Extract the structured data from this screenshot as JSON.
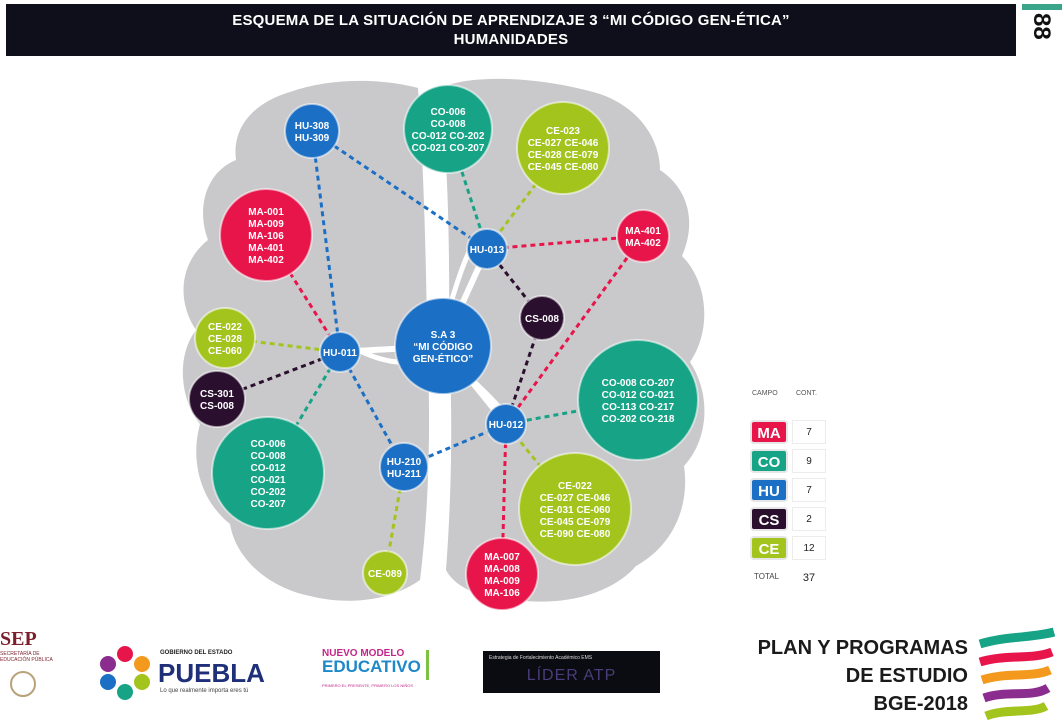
{
  "header": {
    "title_line1": "ESQUEMA DE LA SITUACIÓN DE APRENDIZAJE 3 “MI CÓDIGO GEN-ÉTICA”",
    "title_line2": "HUMANIDADES",
    "page_number": "88"
  },
  "colors": {
    "MA": "#e8154b",
    "CO": "#17a386",
    "HU": "#1b6fc4",
    "CS": "#2b0f2e",
    "CE": "#a2c41c",
    "brain": "#c9c9cb"
  },
  "nodes": [
    {
      "id": "center",
      "field": "HU",
      "lines": [
        "S.A 3",
        "“MI CÓDIGO",
        "GEN-ÉTICO”"
      ]
    },
    {
      "id": "hu308",
      "field": "HU",
      "lines": [
        "HU-308",
        "HU-309"
      ]
    },
    {
      "id": "co_top",
      "field": "CO",
      "lines": [
        "CO-006",
        "CO-008",
        "CO-012 CO-202",
        "CO-021 CO-207"
      ]
    },
    {
      "id": "ce_top",
      "field": "CE",
      "lines": [
        "CE-023",
        "CE-027  CE-046",
        "CE-028  CE-079",
        "CE-045  CE-080"
      ]
    },
    {
      "id": "ma_left",
      "field": "MA",
      "lines": [
        "MA-001",
        "MA-009",
        "MA-106",
        "MA-401",
        "MA-402"
      ]
    },
    {
      "id": "hu013",
      "field": "HU",
      "lines": [
        "HU-013"
      ]
    },
    {
      "id": "ma_right",
      "field": "MA",
      "lines": [
        "MA-401",
        "MA-402"
      ]
    },
    {
      "id": "ce_left",
      "field": "CE",
      "lines": [
        "CE-022",
        "CE-028",
        "CE-060"
      ]
    },
    {
      "id": "hu011",
      "field": "HU",
      "lines": [
        "HU-011"
      ]
    },
    {
      "id": "cs008",
      "field": "CS",
      "lines": [
        "CS-008"
      ]
    },
    {
      "id": "cs301",
      "field": "CS",
      "lines": [
        "CS-301",
        "CS-008"
      ]
    },
    {
      "id": "co_right",
      "field": "CO",
      "lines": [
        "CO-008 CO-207",
        "CO-012 CO-021",
        "CO-113 CO-217",
        "CO-202 CO-218"
      ]
    },
    {
      "id": "hu012",
      "field": "HU",
      "lines": [
        "HU-012"
      ]
    },
    {
      "id": "co_left",
      "field": "CO",
      "lines": [
        "CO-006",
        "CO-008",
        "CO-012",
        "CO-021",
        "CO-202",
        "CO-207"
      ]
    },
    {
      "id": "hu210",
      "field": "HU",
      "lines": [
        "HU-210",
        "HU-211"
      ]
    },
    {
      "id": "ce_bottom_right",
      "field": "CE",
      "lines": [
        "CE-022",
        "CE-027  CE-046",
        "CE-031  CE-060",
        "CE-045  CE-079",
        "CE-090  CE-080"
      ]
    },
    {
      "id": "ma_bottom",
      "field": "MA",
      "lines": [
        "MA-007",
        "MA-008",
        "MA-009",
        "MA-106"
      ]
    },
    {
      "id": "ce089",
      "field": "CE",
      "lines": [
        "CE-089"
      ]
    }
  ],
  "legend": {
    "header_campo": "CAMPO",
    "header_cont": "CONT.",
    "rows": [
      {
        "code": "MA",
        "count": "7"
      },
      {
        "code": "CO",
        "count": "9"
      },
      {
        "code": "HU",
        "count": "7"
      },
      {
        "code": "CS",
        "count": "2"
      },
      {
        "code": "CE",
        "count": "12"
      }
    ],
    "total_label": "TOTAL",
    "total_value": "37"
  },
  "footer": {
    "sep": "SEP",
    "sep_sub1": "SECRETARÍA DE",
    "sep_sub2": "EDUCACIÓN PÚBLICA",
    "puebla_gov": "GOBIERNO DEL ESTADO",
    "puebla": "PUEBLA",
    "puebla_tag": "Lo que realmente importa eres tú",
    "nme_top": "NUEVO MODELO",
    "nme_main": "EDUCATIVO",
    "nme_tag": "PRIMERO EL PRESENTE, PRIMERO LOS NIÑOS",
    "lider_top": "Estrategia de Fortalecimiento Académico EMS",
    "lider": "LÍDER ATP",
    "plan_line1": "PLAN Y PROGRAMAS",
    "plan_line2": "DE ESTUDIO",
    "plan_line3": "BGE-2018"
  }
}
